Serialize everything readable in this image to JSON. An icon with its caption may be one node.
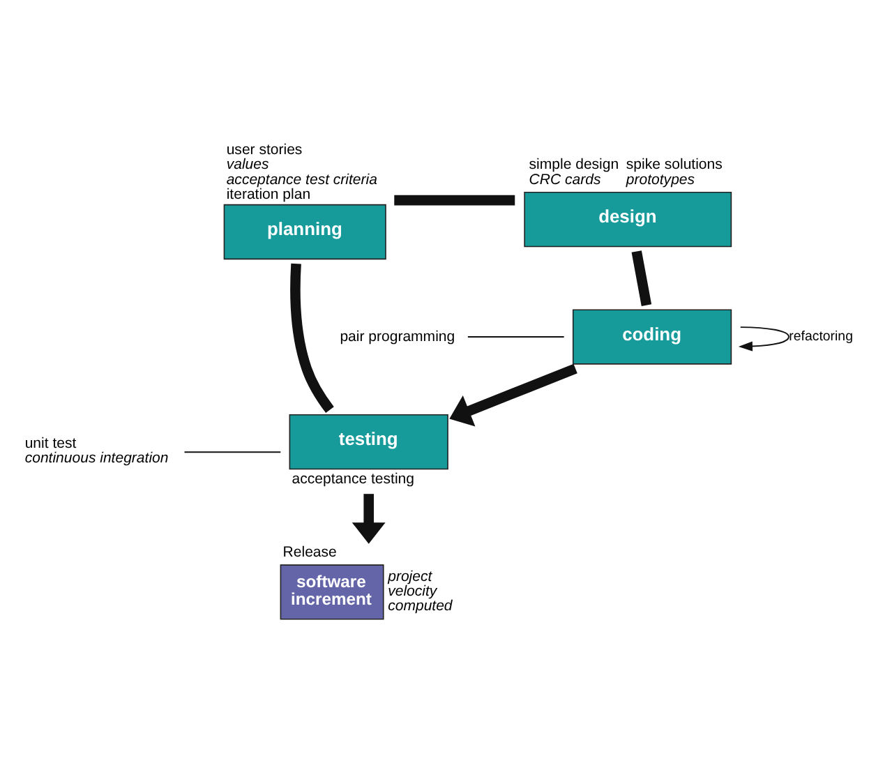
{
  "diagram": {
    "nodes": [
      {
        "text": [
          "planning"
        ],
        "beside": [
          "user stories",
          "values",
          "acceptance test criteria",
          "iteration plan"
        ]
      },
      {
        "text": [
          "design"
        ],
        "beside": [
          "simple design",
          "CRC cards",
          "spike solutions",
          "prototypes"
        ]
      },
      {
        "text": [
          "coding"
        ]
      },
      {
        "text": [
          "testing"
        ],
        "beside": [
          "acceptance testing"
        ]
      },
      {
        "text": [
          "Release",
          "software increment"
        ],
        "beside": [
          "project velocity computed"
        ]
      },
      {
        "text": [
          "pair programming"
        ]
      },
      {
        "text": [
          "unit test",
          "continuous integration"
        ]
      }
    ],
    "edges": [
      {
        "from": 0,
        "to": 1,
        "arrow": "none"
      },
      {
        "from": 1,
        "to": 2,
        "arrow": "none"
      },
      {
        "from": 2,
        "to": 3,
        "arrow": "to"
      },
      {
        "from": 3,
        "to": 0,
        "arrow": "none"
      },
      {
        "from": 2,
        "to": 2,
        "arrow": "to",
        "label": "refactoring"
      },
      {
        "from": 3,
        "to": 4,
        "arrow": "to"
      },
      {
        "from": 5,
        "to": 2,
        "arrow": "none"
      },
      {
        "from": 6,
        "to": 3,
        "arrow": "none"
      }
    ]
  }
}
